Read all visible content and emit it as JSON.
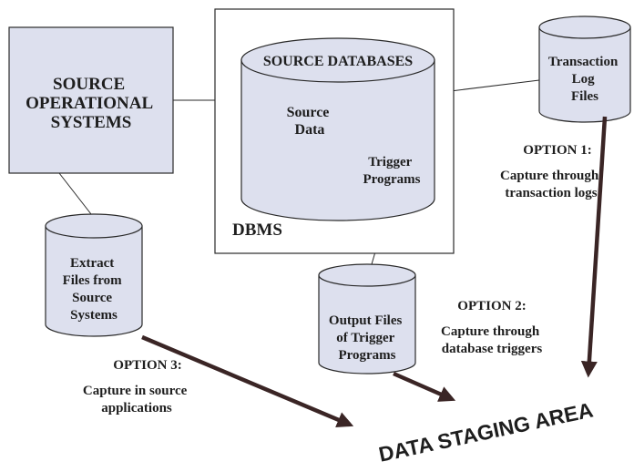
{
  "source_systems": {
    "lines": [
      "SOURCE",
      "OPERATIONAL",
      "SYSTEMS"
    ]
  },
  "dbms": {
    "label": "DBMS",
    "source_databases": "SOURCE DATABASES",
    "source_data": [
      "Source",
      "Data"
    ],
    "trigger_programs": [
      "Trigger",
      "Programs"
    ]
  },
  "transaction_log": {
    "lines": [
      "Transaction",
      "Log",
      "Files"
    ]
  },
  "extract_files": {
    "lines": [
      "Extract",
      "Files from",
      "Source",
      "Systems"
    ]
  },
  "output_files": {
    "lines": [
      "Output Files",
      "of Trigger",
      "Programs"
    ]
  },
  "option1": {
    "title": "OPTION 1:",
    "lines": [
      "Capture through",
      "transaction logs"
    ]
  },
  "option2": {
    "title": "OPTION 2:",
    "lines": [
      "Capture through",
      "database triggers"
    ]
  },
  "option3": {
    "title": "OPTION 3:",
    "lines": [
      "Capture in source",
      "applications"
    ]
  },
  "staging_area": "DATA STAGING AREA"
}
